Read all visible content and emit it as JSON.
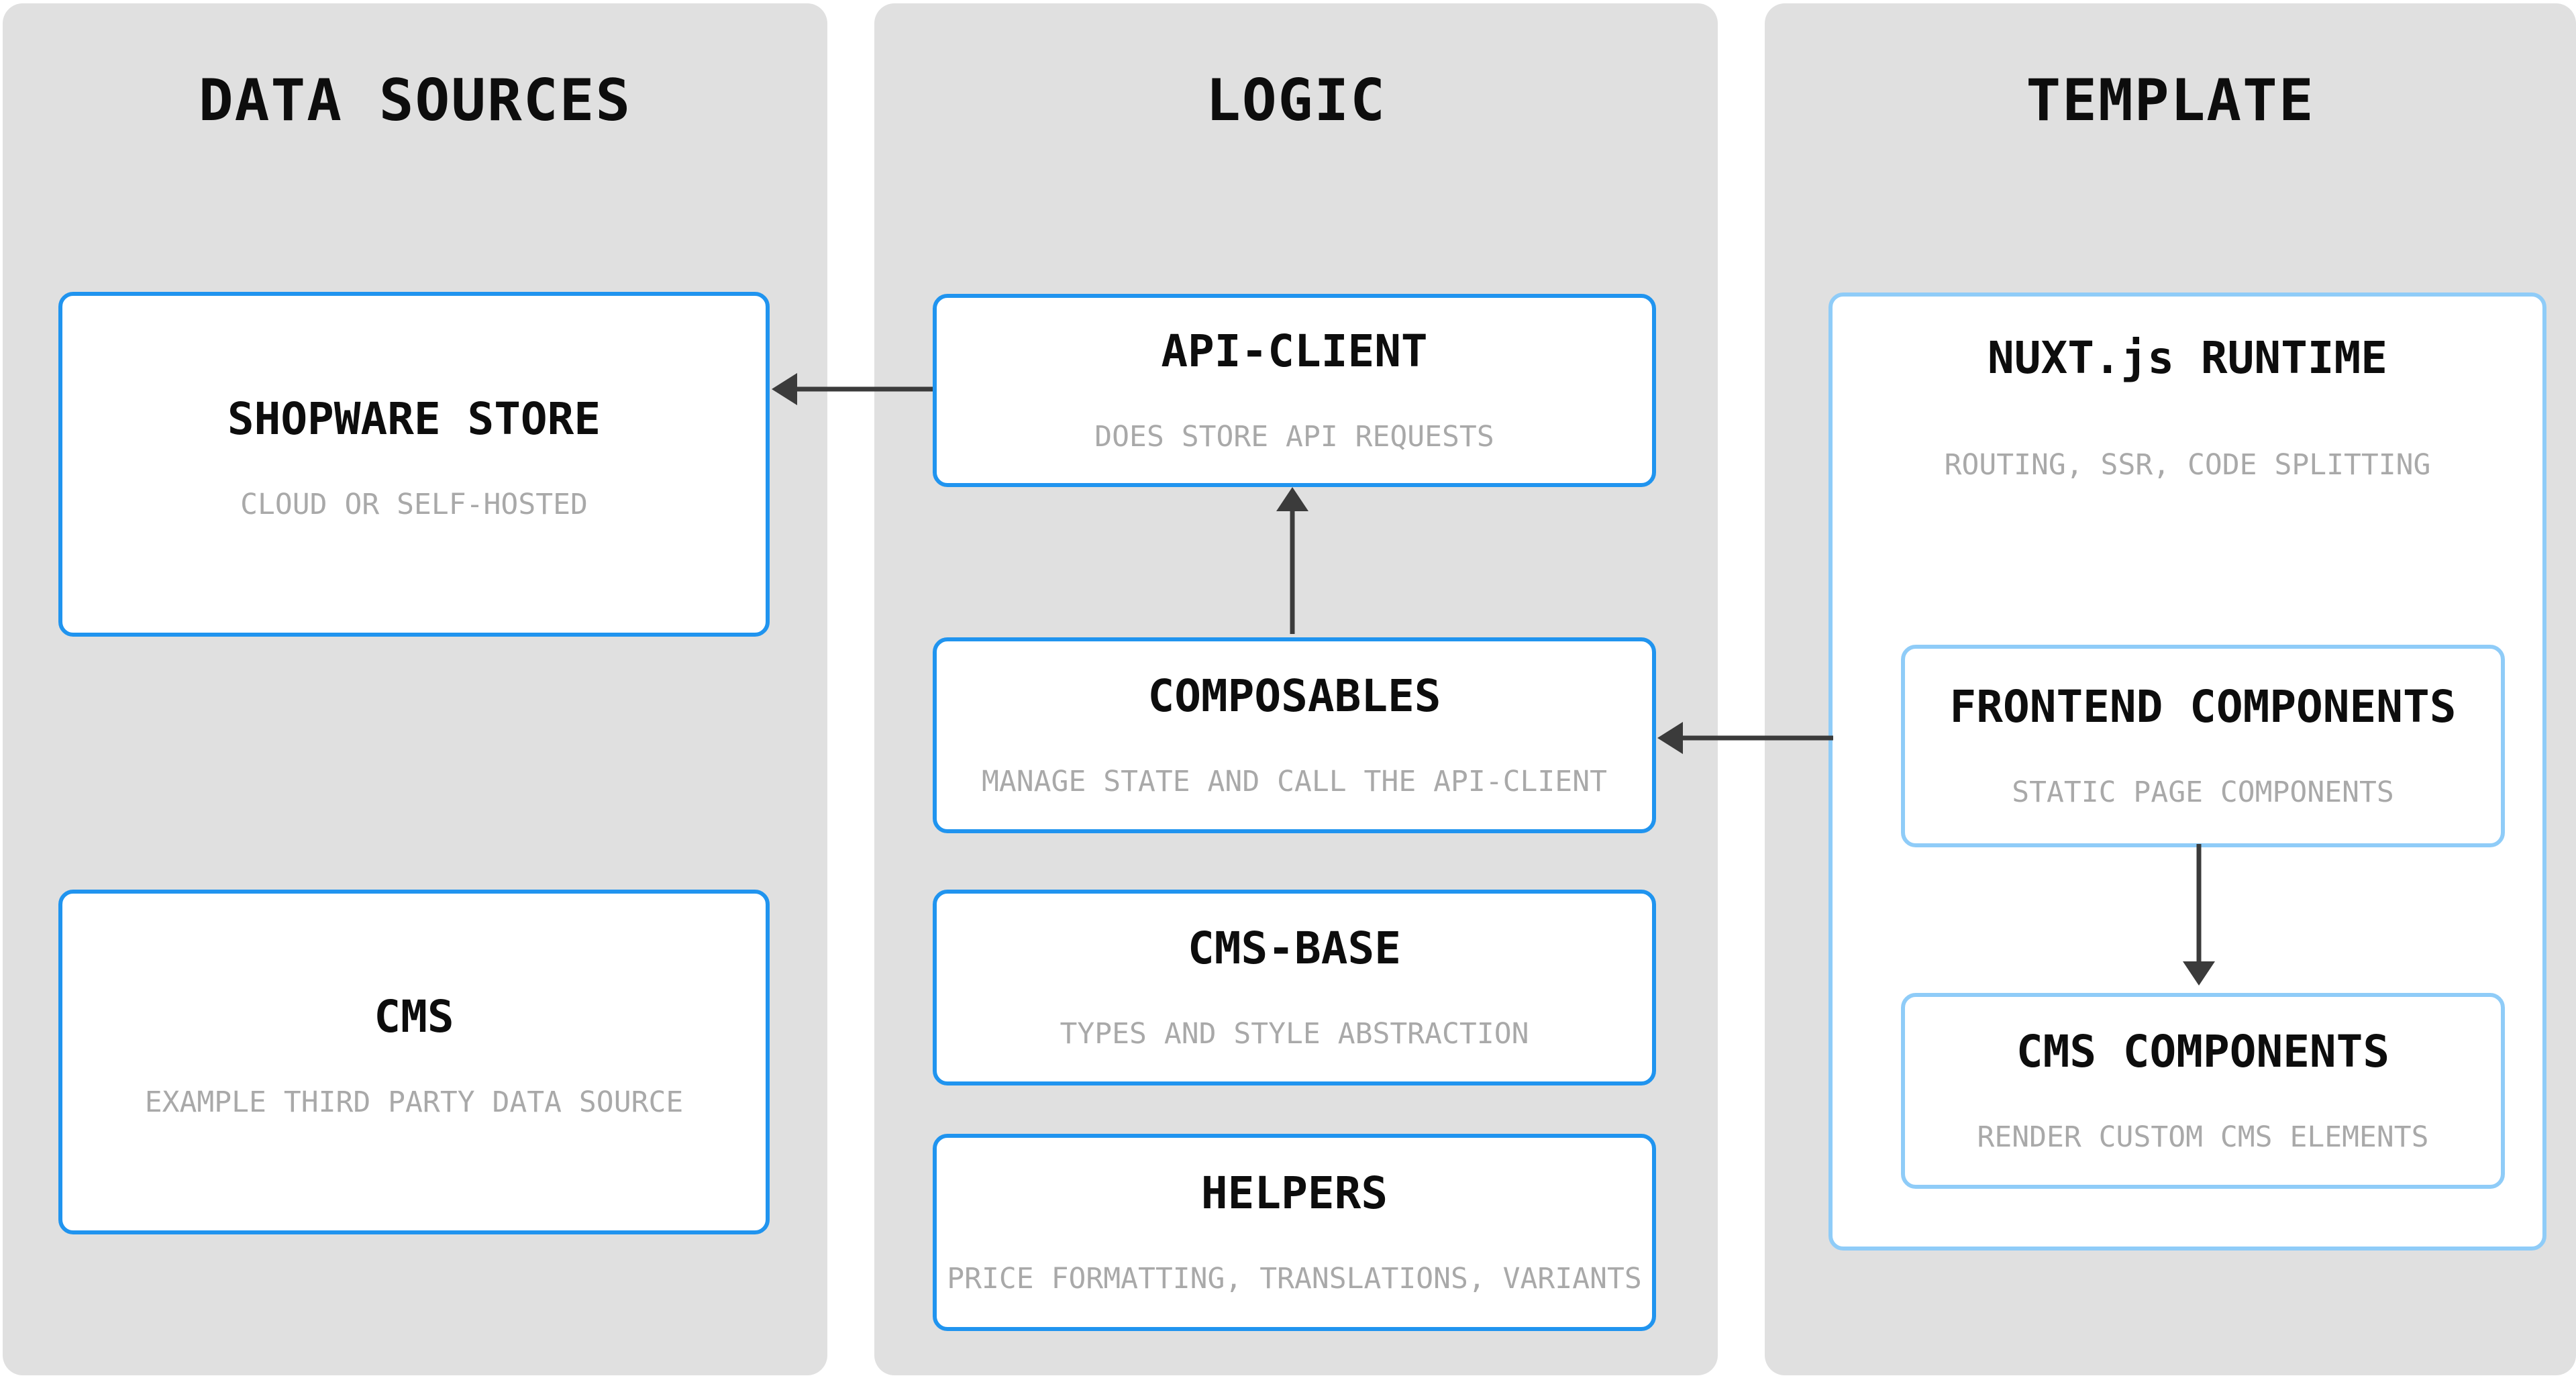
{
  "diagram": {
    "columns": [
      {
        "id": "data-sources",
        "title": "DATA SOURCES",
        "cards": [
          {
            "id": "shopware-store",
            "title": "SHOPWARE STORE",
            "subtitle": "CLOUD OR SELF-HOSTED"
          },
          {
            "id": "cms",
            "title": "CMS",
            "subtitle": "EXAMPLE THIRD PARTY DATA SOURCE"
          }
        ]
      },
      {
        "id": "logic",
        "title": "LOGIC",
        "cards": [
          {
            "id": "api-client",
            "title": "API-CLIENT",
            "subtitle": "DOES STORE API REQUESTS"
          },
          {
            "id": "composables",
            "title": "COMPOSABLES",
            "subtitle": "MANAGE STATE AND CALL THE API-CLIENT"
          },
          {
            "id": "cms-base",
            "title": "CMS-BASE",
            "subtitle": "TYPES AND STYLE ABSTRACTION"
          },
          {
            "id": "helpers",
            "title": "HELPERS",
            "subtitle": "PRICE FORMATTING, TRANSLATIONS, VARIANTS"
          }
        ]
      },
      {
        "id": "template",
        "title": "TEMPLATE",
        "cards": [
          {
            "id": "nuxt-runtime",
            "title": "NUXT.js RUNTIME",
            "subtitle": "ROUTING, SSR, CODE SPLITTING",
            "children": [
              {
                "id": "frontend-components",
                "title": "FRONTEND COMPONENTS",
                "subtitle": "STATIC PAGE COMPONENTS"
              },
              {
                "id": "cms-components",
                "title": "CMS COMPONENTS",
                "subtitle": "RENDER CUSTOM CMS ELEMENTS"
              }
            ]
          }
        ]
      }
    ],
    "arrows": [
      {
        "from": "api-client",
        "to": "shopware-store",
        "direction": "left"
      },
      {
        "from": "composables",
        "to": "api-client",
        "direction": "up"
      },
      {
        "from": "frontend-components",
        "to": "composables",
        "direction": "left"
      },
      {
        "from": "frontend-components",
        "to": "cms-components",
        "direction": "down"
      }
    ],
    "colors": {
      "page_bg": "#ffffff",
      "panel_bg": "#e0e0e0",
      "card_bg": "#ffffff",
      "card_border_strong": "#2094ef",
      "card_border_light": "#8fccf8",
      "title_text": "#0d0d0d",
      "subtitle_text": "#a9a9a9",
      "arrow": "#3b3b3b"
    }
  }
}
